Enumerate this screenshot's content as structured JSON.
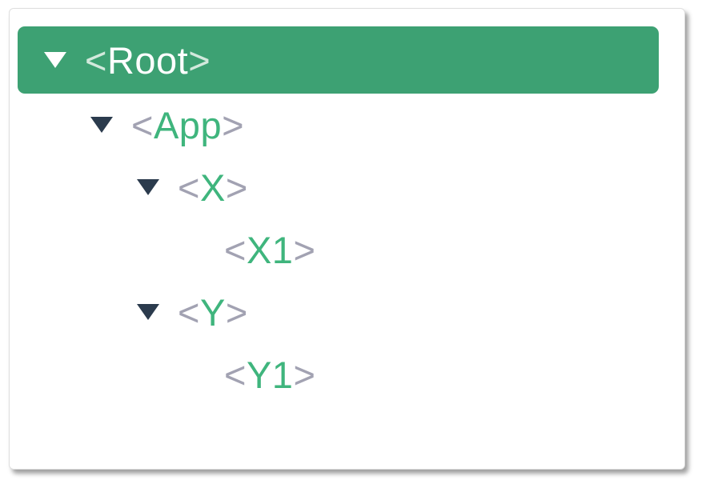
{
  "colors": {
    "selected_bg": "#3da173",
    "selected_text": "#ffffff",
    "selected_bracket": "#d2e9dc",
    "tag_name": "#3fb57d",
    "bracket": "#a2a2b2",
    "triangle": "#2b3b4d",
    "panel_bg": "#ffffff",
    "panel_border": "#dedede"
  },
  "tree": {
    "bracket_open": "<",
    "bracket_close": ">",
    "items": [
      {
        "name": "Root",
        "level": 0,
        "expanded": true,
        "selected": true
      },
      {
        "name": "App",
        "level": 1,
        "expanded": true,
        "selected": false
      },
      {
        "name": "X",
        "level": 2,
        "expanded": true,
        "selected": false
      },
      {
        "name": "X1",
        "level": 3,
        "expanded": false,
        "selected": false
      },
      {
        "name": "Y",
        "level": 2,
        "expanded": true,
        "selected": false
      },
      {
        "name": "Y1",
        "level": 3,
        "expanded": false,
        "selected": false
      }
    ]
  }
}
